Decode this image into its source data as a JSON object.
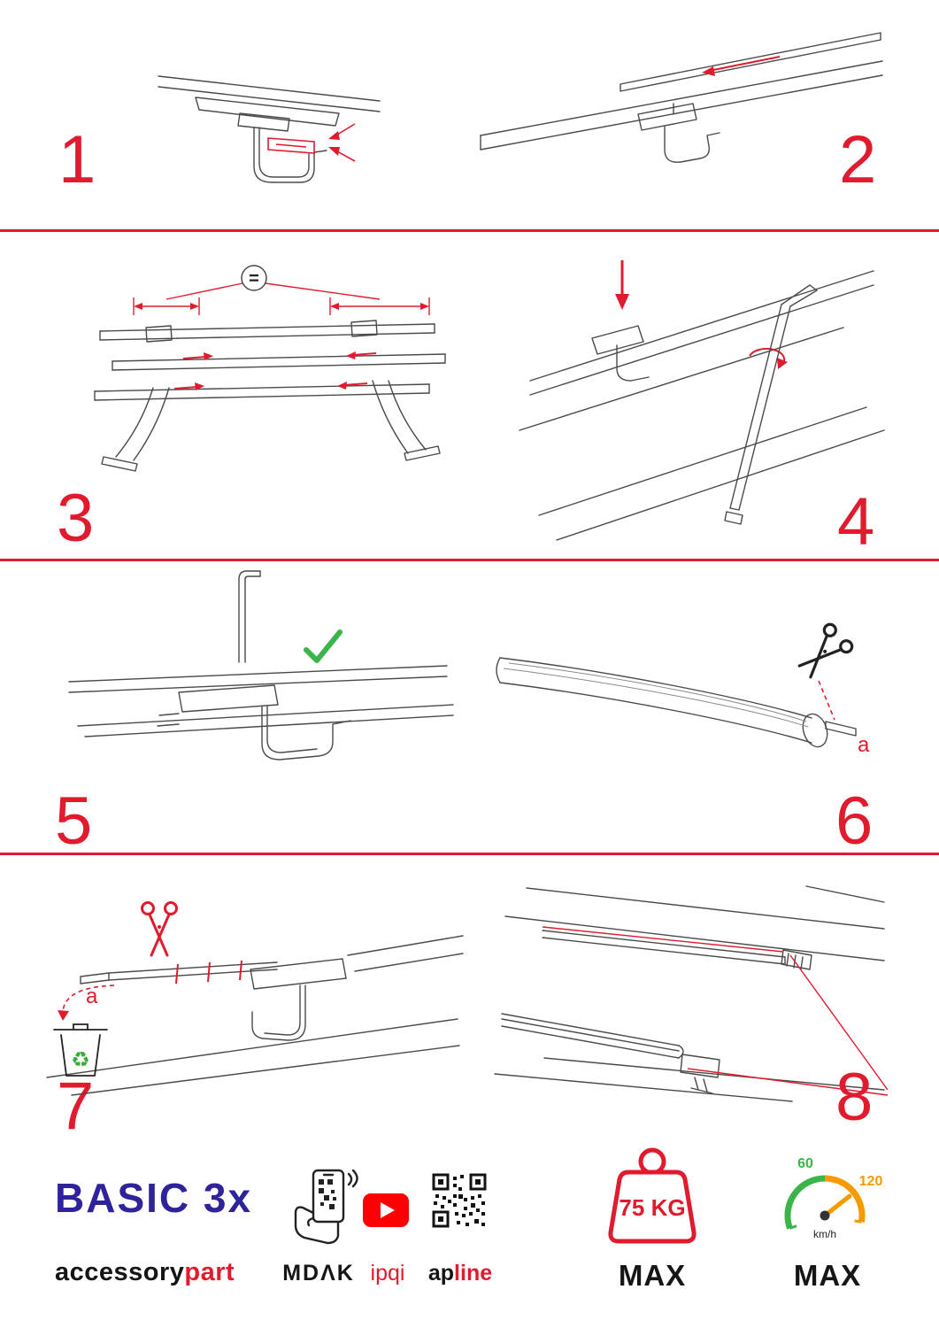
{
  "colors": {
    "accent_red": "#e01b2e",
    "line_gray": "#4a4a4a",
    "brand_blue": "#2e239a",
    "check_green": "#3bb54a",
    "speedo_orange": "#f59b00",
    "youtube_red": "#ff0000"
  },
  "steps": [
    {
      "number": "1"
    },
    {
      "number": "2"
    },
    {
      "number": "3",
      "equal_label": "="
    },
    {
      "number": "4"
    },
    {
      "number": "5"
    },
    {
      "number": "6",
      "cut_label": "a"
    },
    {
      "number": "7",
      "cut_label": "a",
      "recycle_symbol": "♻"
    },
    {
      "number": "8"
    }
  ],
  "footer": {
    "product_name": "BASIC 3x",
    "brand_part1": "accessory",
    "brand_part2": "part",
    "app_name": "MDΛK",
    "video_name": "ipqi",
    "qr_name_part1": "ap",
    "qr_name_part2": "line",
    "weight_limit": "75 KG",
    "weight_max_label": "MAX",
    "speed_low": "60",
    "speed_high": "120",
    "speed_unit": "km/h",
    "speed_max_label": "MAX"
  }
}
